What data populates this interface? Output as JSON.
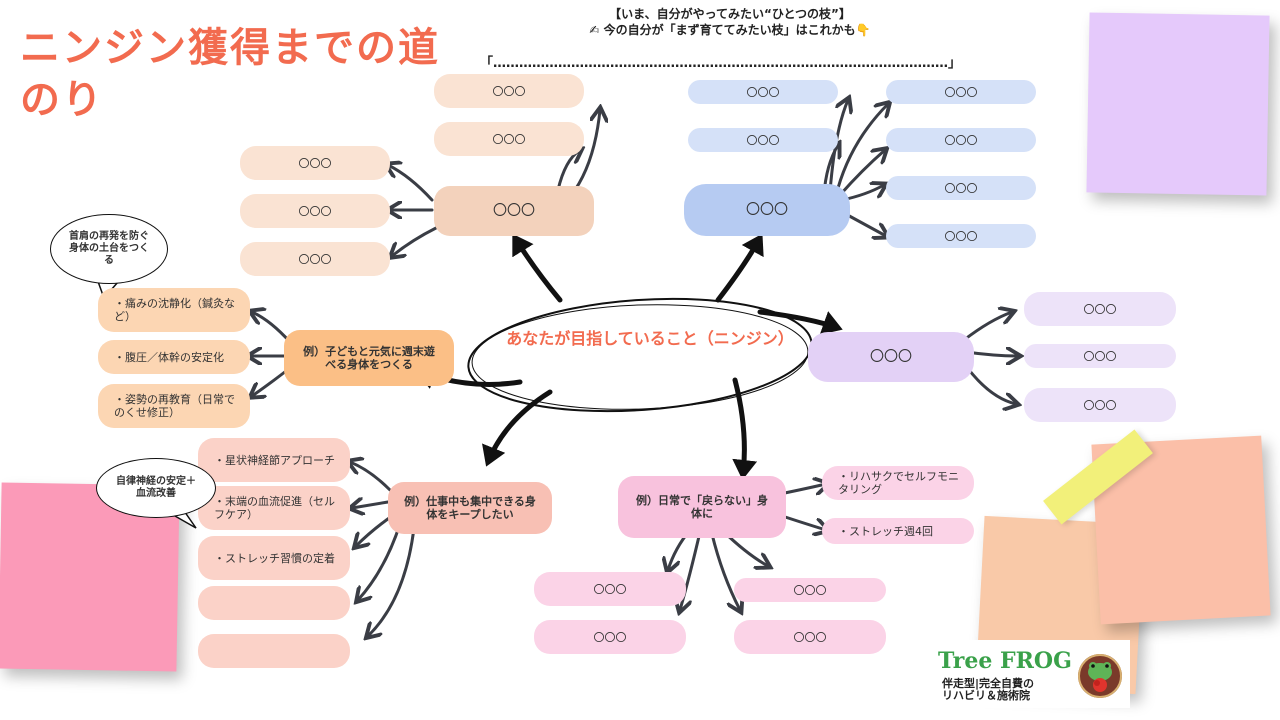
{
  "title": "ニンジン獲得までの道のり",
  "prompt": {
    "line1": "【いま、自分がやってみたい“ひとつの枝”】",
    "line2": "✍ 今の自分が「まず育ててみたい枝」はこれかも👇",
    "dots": "「……………………………………………………………………………………………」"
  },
  "center": {
    "label": "あなたが目指していること（ニンジン）"
  },
  "placeholder": "〇〇〇",
  "branches": {
    "peach": {
      "main": "〇〇〇",
      "subs_left": [
        "〇〇〇",
        "〇〇〇",
        "〇〇〇"
      ],
      "subs_top": [
        "〇〇〇",
        "〇〇〇"
      ]
    },
    "blue": {
      "main": "〇〇〇",
      "subs_left": [
        "〇〇〇",
        "〇〇〇"
      ],
      "subs_right": [
        "〇〇〇",
        "〇〇〇",
        "〇〇〇",
        "〇〇〇"
      ]
    },
    "lavender": {
      "main": "〇〇〇",
      "subs": [
        "〇〇〇",
        "〇〇〇",
        "〇〇〇"
      ]
    },
    "orange": {
      "main": "例）子どもと元気に週末遊べる身体をつくる",
      "subs": [
        "・痛みの沈静化（鍼灸など）",
        "・腹圧／体幹の安定化",
        "・姿勢の再教育（日常でのくせ修正）"
      ],
      "bubble": "首肩の再発を防ぐ身体の土台をつくる"
    },
    "salmon": {
      "main": "例）仕事中も集中できる身体をキープしたい",
      "subs": [
        "・星状神経節アプローチ",
        "・末端の血流促進（セルフケア）",
        "・ストレッチ習慣の定着",
        "",
        ""
      ],
      "bubble": "自律神経の安定＋血流改善"
    },
    "pink": {
      "main": "例）日常で「戻らない」身体に",
      "subs_right": [
        "・リハサクでセルフモニタリング",
        "・ストレッチ週4回"
      ],
      "subs_bottom": [
        "〇〇〇",
        "〇〇〇",
        "〇〇〇",
        "〇〇〇"
      ]
    }
  },
  "logo": {
    "name": "Tree FROG",
    "tagline1": "伴走型|完全自費の",
    "tagline2": "リハビリ＆施術院"
  },
  "colors": {
    "title": "#f26b4f",
    "arrow": "#3a3d45"
  }
}
